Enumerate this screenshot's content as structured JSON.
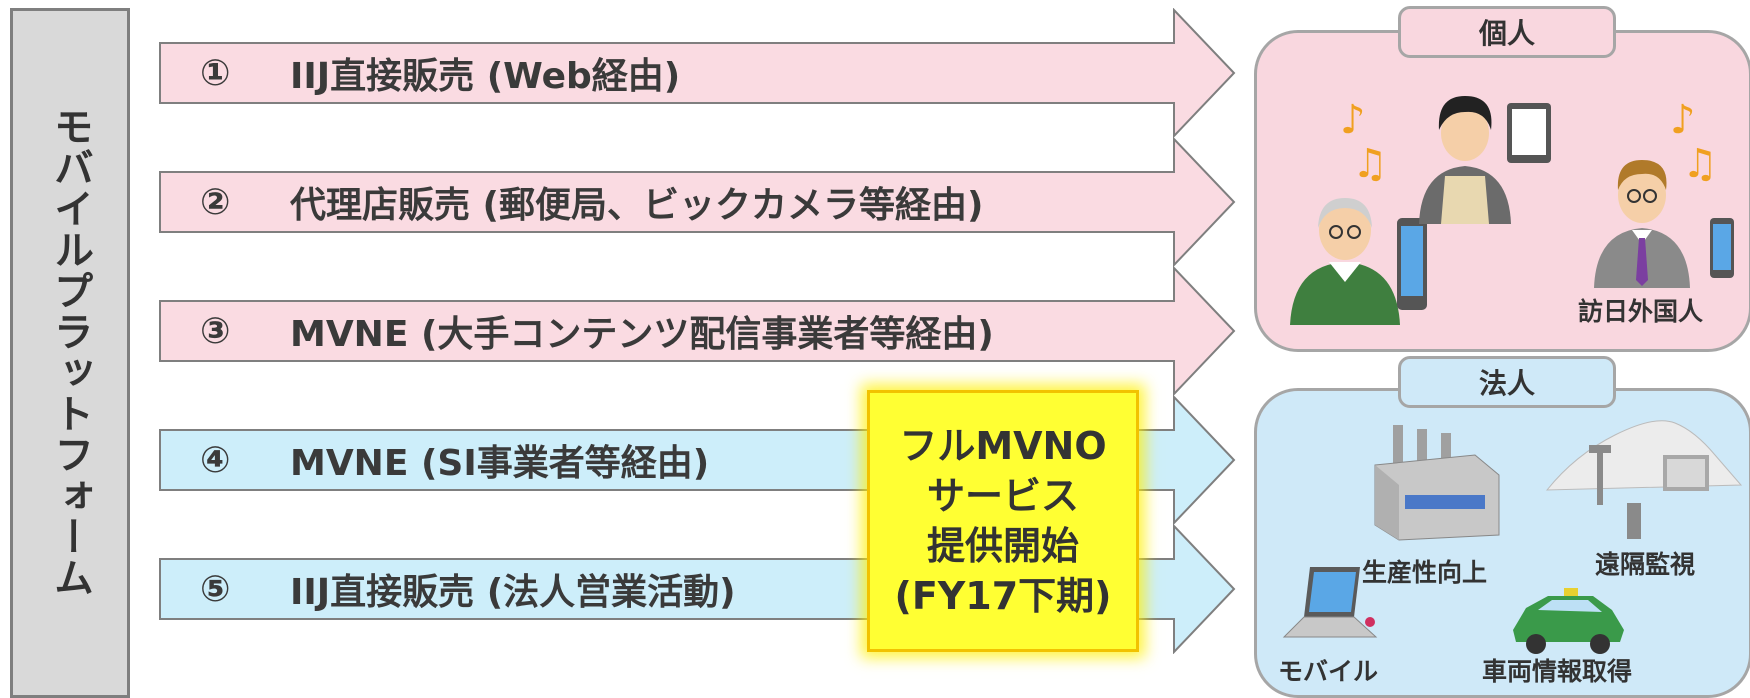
{
  "platform": {
    "label": "モバイルプラットフォーム"
  },
  "channels": [
    {
      "num": "①",
      "label": "IIJ直接販売 (Web経由)",
      "color": "#fadbe2"
    },
    {
      "num": "②",
      "label": "代理店販売 (郵便局、ビックカメラ等経由)",
      "color": "#fadbe2"
    },
    {
      "num": "③",
      "label": "MVNE (大手コンテンツ配信事業者等経由)",
      "color": "#fadbe2"
    },
    {
      "num": "④",
      "label": "MVNE (SI事業者等経由)",
      "color": "#cdeefa"
    },
    {
      "num": "⑤",
      "label": "IIJ直接販売 (法人営業活動)",
      "color": "#cdeefa"
    }
  ],
  "fullmvno": {
    "lines": [
      "フルMVNO",
      "サービス",
      "提供開始",
      "(FY17下期)"
    ]
  },
  "kojin": {
    "title": "個人",
    "caption": "訪日外国人"
  },
  "houjin": {
    "title": "法人",
    "captions": [
      "生産性向上",
      "遠隔監視",
      "モバイル",
      "車両情報取得"
    ]
  }
}
